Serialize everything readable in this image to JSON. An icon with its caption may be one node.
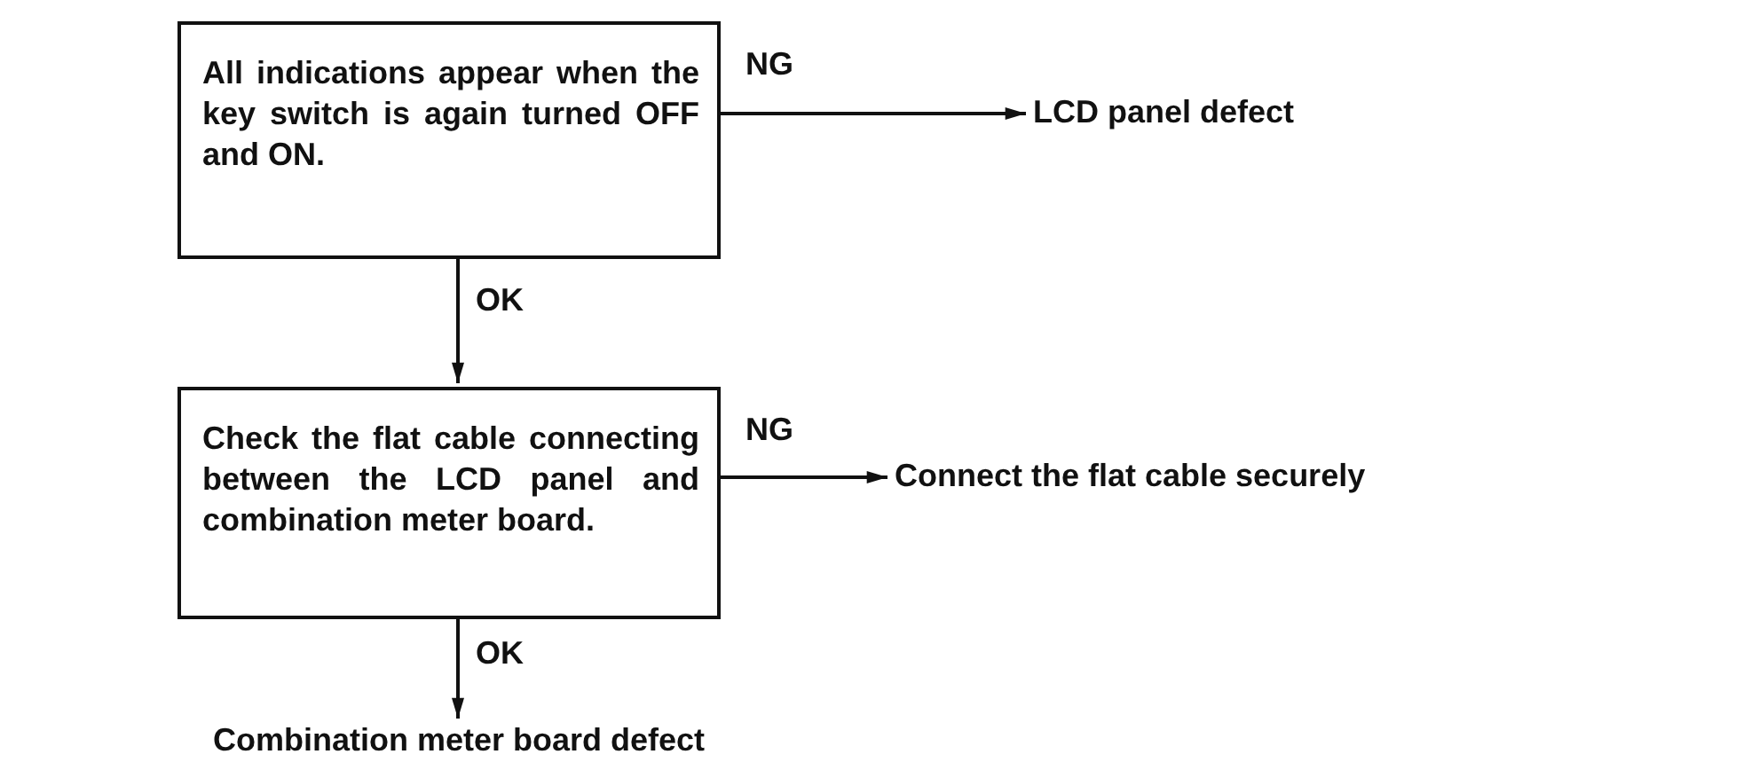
{
  "diagram": {
    "nodes": [
      {
        "text": [
          "All indications appear when the key switch is again turned OFF and ON."
        ]
      },
      {
        "text": [
          "LCD panel defect"
        ]
      },
      {
        "text": [
          "Check the flat cable connecting between the LCD panel and combination meter board."
        ]
      },
      {
        "text": [
          "Connect the flat cable securely"
        ]
      },
      {
        "text": [
          "Combination meter board defect"
        ]
      }
    ],
    "edges": [
      {
        "from": 0,
        "to": 1,
        "arrow": "to",
        "label": "NG"
      },
      {
        "from": 0,
        "to": 2,
        "arrow": "to",
        "label": "OK"
      },
      {
        "from": 2,
        "to": 3,
        "arrow": "to",
        "label": "NG"
      },
      {
        "from": 2,
        "to": 4,
        "arrow": "to",
        "label": "OK"
      }
    ]
  }
}
